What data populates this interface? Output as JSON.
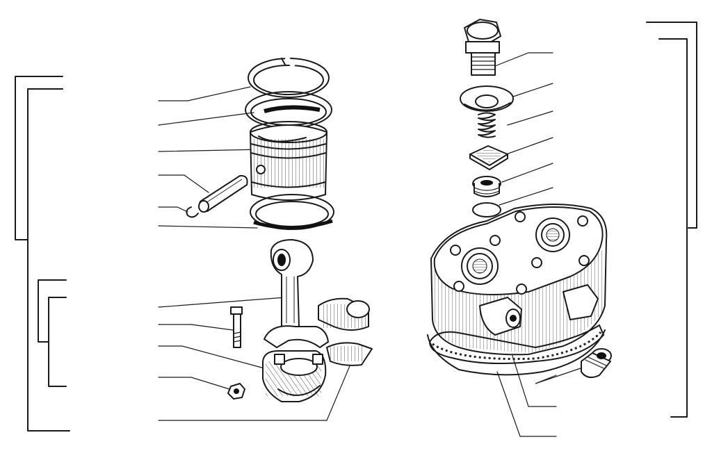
{
  "figure": {
    "kind": "exploded-parts-diagram",
    "text_labels": [],
    "ink_color": "#1a1a1a",
    "background_color": "#ffffff"
  },
  "assemblies": [
    {
      "id": "piston-conrod-group",
      "icon": "piston-assembly-icon",
      "parts": [
        "upper-piston-ring",
        "second-piston-ring",
        "piston",
        "piston-pin",
        "pin-circlip",
        "oil-scraper-ring",
        "connecting-rod",
        "conrod-bolt",
        "conrod-bearing-cap",
        "conrod-nut",
        "bearing-shells"
      ]
    },
    {
      "id": "cylinder-head-group",
      "icon": "cylinder-head-icon",
      "parts": [
        "valve-plug",
        "valve-seat-washer",
        "valve-spring",
        "valve-plate",
        "valve-seat",
        "sealing-ring",
        "cylinder-head",
        "head-plug",
        "head-gasket"
      ]
    }
  ]
}
